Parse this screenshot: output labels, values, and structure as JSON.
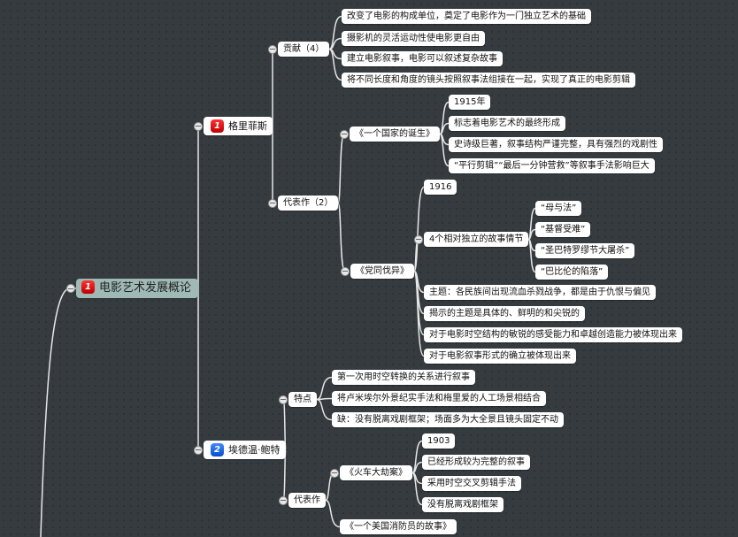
{
  "root": {
    "badge": "1",
    "label": "电影艺术发展概论"
  },
  "griffith": {
    "badge": "1",
    "label": "格里菲斯",
    "contrib": {
      "label": "贡献（4）",
      "items": [
        "改变了电影的构成单位，奠定了电影作为一门独立艺术的基础",
        "摄影机的灵活运动性使电影更自由",
        "建立电影叙事，电影可以叙述复杂故事",
        "将不同长度和角度的镜头按照叙事法组接在一起，实现了真正的电影剪辑"
      ]
    },
    "works": {
      "label": "代表作（2）",
      "birth": {
        "label": "《一个国家的诞生》",
        "items": [
          "1915年",
          "标志着电影艺术的最终形成",
          "史诗级巨著，叙事结构严谨完整，具有强烈的戏剧性",
          "“平行剪辑”“最后一分钟营救”等叙事手法影响巨大"
        ]
      },
      "intolerance": {
        "label": "《党同伐异》",
        "year": "1916",
        "stories": {
          "label": "4个相对独立的故事情节",
          "items": [
            "“母与法”",
            "“基督受难”",
            "“圣巴特罗缪节大屠杀”",
            "“巴比伦的陷落”"
          ]
        },
        "items": [
          "主题：各民族间出现流血杀戮战争，都是由于仇恨与偏见",
          "揭示的主题是具体的、鲜明的和尖锐的",
          "对于电影时空结构的敏锐的感受能力和卓越创造能力被体现出来",
          "对于电影叙事形式的确立被体现出来"
        ]
      }
    }
  },
  "porter": {
    "badge": "2",
    "label": "埃德温·鲍特",
    "features": {
      "label": "特点",
      "items": [
        "第一次用时空转换的关系进行叙事",
        "将卢米埃尔外景纪实手法和梅里爱的人工场景相结合",
        "缺：没有脱离戏剧框架；场面多为大全景且镜头固定不动"
      ]
    },
    "works": {
      "label": "代表作",
      "robbery": {
        "label": "《火车大劫案》",
        "items": [
          "1903",
          "已经形成较为完整的叙事",
          "采用时空交叉剪辑手法",
          "没有脱离戏剧框架"
        ]
      },
      "fireman": {
        "label": "《一个美国消防员的故事》"
      }
    }
  }
}
